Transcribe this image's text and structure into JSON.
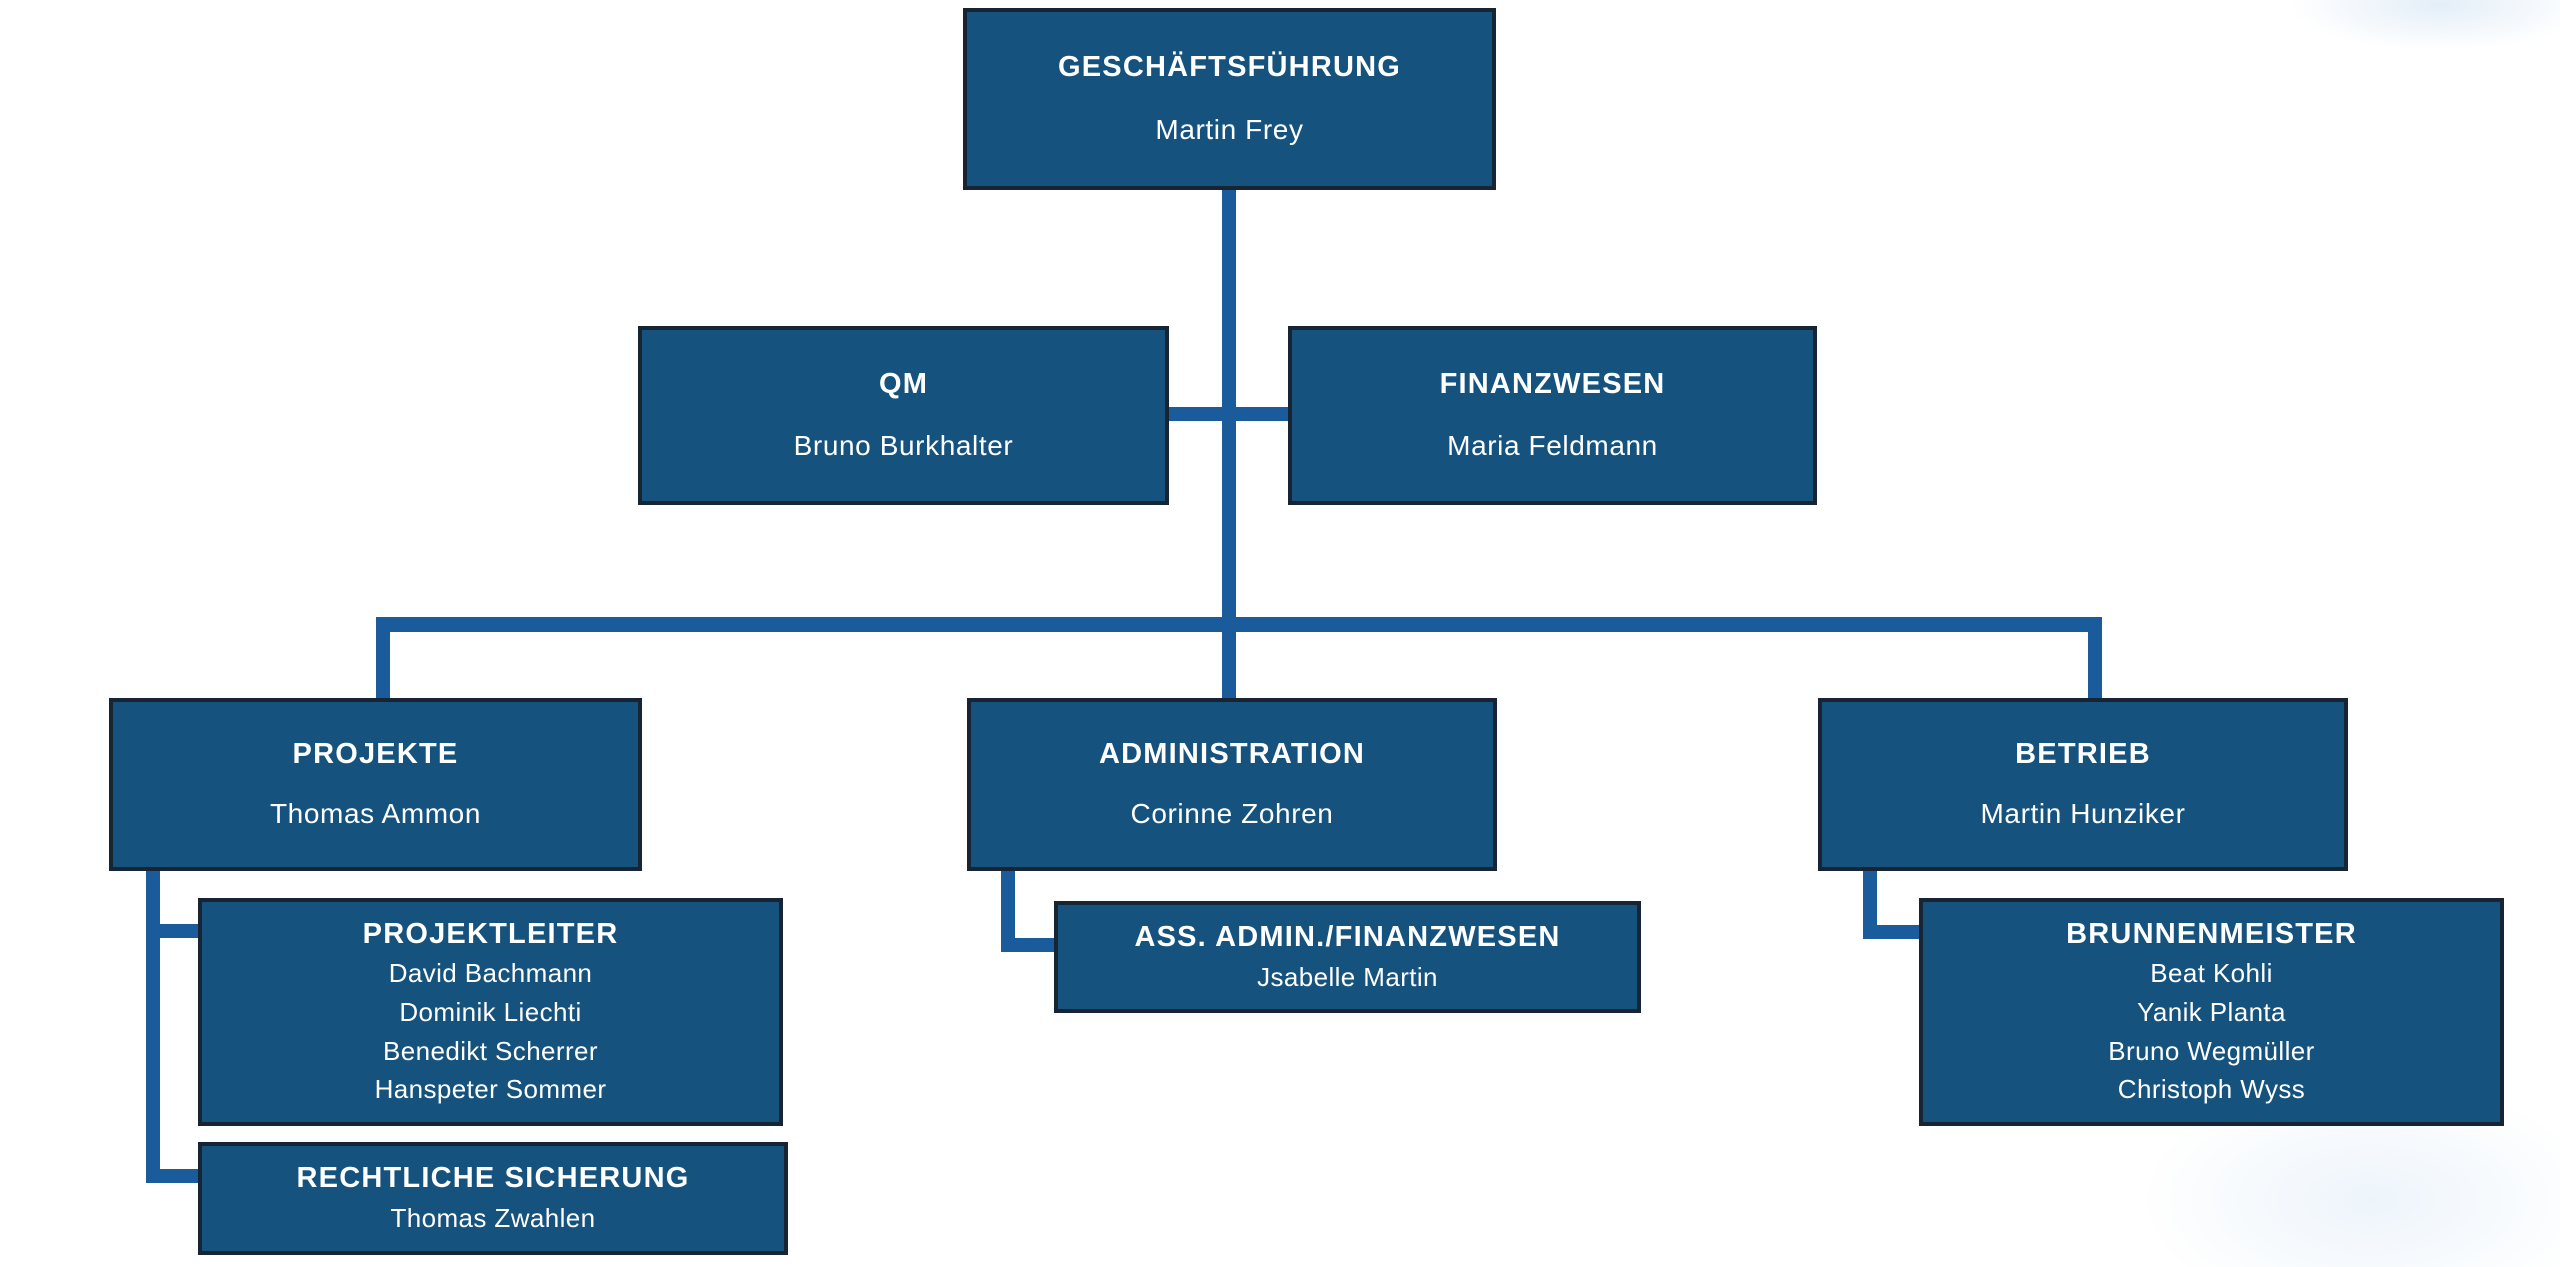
{
  "page": {
    "kind": "organigram",
    "language": "de",
    "background_color": "#ffffff"
  },
  "colors": {
    "box_fill": "#15527E",
    "box_border": "#162433",
    "connector": "#1A5C9B",
    "text": "#FFFFFF",
    "decorative_wash": "#D0E3F4"
  },
  "org": {
    "nodes": {
      "geschaeftsfuehrung": {
        "title": "GESCHÄFTSFÜHRUNG",
        "person": "Martin Frey"
      },
      "qm": {
        "title": "QM",
        "person": "Bruno Burkhalter"
      },
      "finanzwesen": {
        "title": "FINANZWESEN",
        "person": "Maria Feldmann"
      },
      "projekte": {
        "title": "PROJEKTE",
        "person": "Thomas Ammon"
      },
      "administration": {
        "title": "ADMINISTRATION",
        "person": "Corinne Zohren"
      },
      "betrieb": {
        "title": "BETRIEB",
        "person": "Martin Hunziker"
      },
      "projektleiter": {
        "title": "PROJEKTLEITER",
        "members": [
          "David Bachmann",
          "Dominik Liechti",
          "Benedikt Scherrer",
          "Hanspeter Sommer"
        ]
      },
      "rechtliche_sicherung": {
        "title": "RECHTLICHE SICHERUNG",
        "members": [
          "Thomas Zwahlen"
        ]
      },
      "ass_admin_finanzwesen": {
        "title": "ASS. ADMIN./FINANZWESEN",
        "members": [
          "Jsabelle Martin"
        ]
      },
      "brunnenmeister": {
        "title": "BRUNNENMEISTER",
        "members": [
          "Beat Kohli",
          "Yanik Planta",
          "Bruno Wegmüller",
          "Christoph Wyss"
        ]
      }
    }
  }
}
